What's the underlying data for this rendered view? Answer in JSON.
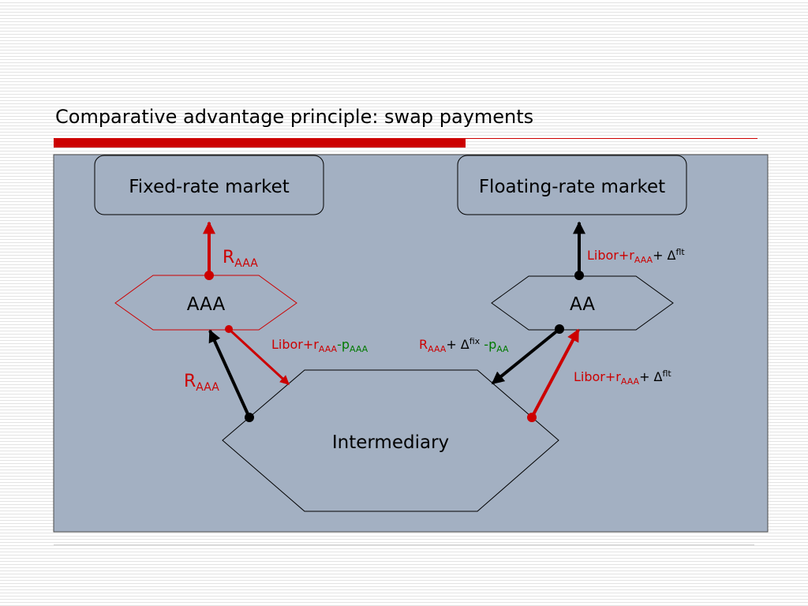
{
  "slide": {
    "title": "Comparative advantage principle: swap payments"
  },
  "diagram": {
    "nodes": {
      "fixed_market": "Fixed-rate market",
      "floating_market": "Floating-rate market",
      "aaa": "AAA",
      "aa": "AA",
      "intermediary": "Intermediary"
    },
    "labels": {
      "aaa_to_fixed": {
        "main": "R",
        "sub": "AAA"
      },
      "aa_to_floating": {
        "a": "Libor+r",
        "a_sub": "AAA",
        "b": "+ Δ",
        "b_sup": "flt"
      },
      "aaa_to_intermediary": {
        "a": "Libor+r",
        "a_sub": "AAA",
        "b": "-p",
        "b_sub": "AAA"
      },
      "intermediary_to_aaa": {
        "main": "R",
        "sub": "AAA"
      },
      "intermediary_to_aa": {
        "a": "R",
        "a_sub": "AAA",
        "b": "+ Δ",
        "b_sup": "fix",
        "c": " -p",
        "c_sub": "AA"
      },
      "aa_to_intermediary": {
        "a": "Libor+r",
        "a_sub": "AAA",
        "b": "+ Δ",
        "b_sup": "flt"
      }
    },
    "colors": {
      "panel": "#a3b0c2",
      "red": "#cc0000",
      "green": "#007a00",
      "black": "#000000"
    }
  }
}
